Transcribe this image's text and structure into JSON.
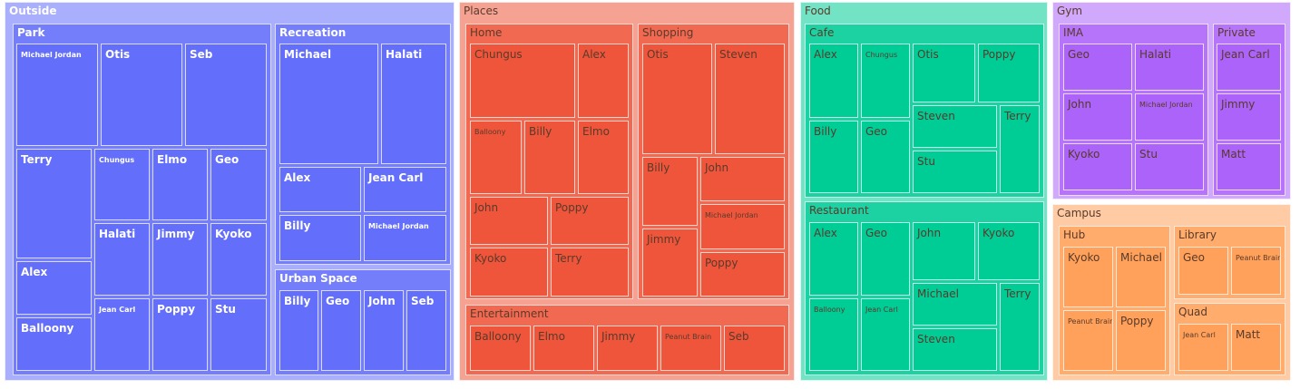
{
  "chart_data": {
    "type": "treemap",
    "title": "",
    "colors": {
      "Outside": "#636efa",
      "Places": "#ef553b",
      "Food": "#00cc96",
      "Gym": "#ab63fa",
      "Campus": "#ffa15a"
    },
    "sectors": [
      {
        "label": "Outside",
        "children": [
          {
            "label": "Park",
            "children": [
              {
                "label": "Michael Jordan"
              },
              {
                "label": "Otis"
              },
              {
                "label": "Seb"
              },
              {
                "label": "Terry"
              },
              {
                "label": "Alex"
              },
              {
                "label": "Balloony"
              },
              {
                "label": "Chungus"
              },
              {
                "label": "Elmo"
              },
              {
                "label": "Geo"
              },
              {
                "label": "Halati"
              },
              {
                "label": "Jimmy"
              },
              {
                "label": "Kyoko"
              },
              {
                "label": "Jean Carl"
              },
              {
                "label": "Poppy"
              },
              {
                "label": "Stu"
              }
            ]
          },
          {
            "label": "Recreation",
            "children": [
              {
                "label": "Michael"
              },
              {
                "label": "Halati"
              },
              {
                "label": "Alex"
              },
              {
                "label": "Jean Carl"
              },
              {
                "label": "Billy"
              },
              {
                "label": "Michael Jordan"
              }
            ]
          },
          {
            "label": "Urban Space",
            "children": [
              {
                "label": "Billy"
              },
              {
                "label": "Geo"
              },
              {
                "label": "John"
              },
              {
                "label": "Seb"
              }
            ]
          }
        ]
      },
      {
        "label": "Places",
        "children": [
          {
            "label": "Home",
            "children": [
              {
                "label": "Chungus"
              },
              {
                "label": "Alex"
              },
              {
                "label": "Balloony"
              },
              {
                "label": "Billy"
              },
              {
                "label": "Elmo"
              },
              {
                "label": "John"
              },
              {
                "label": "Poppy"
              },
              {
                "label": "Kyoko"
              },
              {
                "label": "Terry"
              }
            ]
          },
          {
            "label": "Shopping",
            "children": [
              {
                "label": "Otis"
              },
              {
                "label": "Steven"
              },
              {
                "label": "Billy"
              },
              {
                "label": "John"
              },
              {
                "label": "Michael Jordan"
              },
              {
                "label": "Jimmy"
              },
              {
                "label": "Poppy"
              }
            ]
          },
          {
            "label": "Entertainment",
            "children": [
              {
                "label": "Balloony"
              },
              {
                "label": "Elmo"
              },
              {
                "label": "Jimmy"
              },
              {
                "label": "Peanut Brain"
              },
              {
                "label": "Seb"
              }
            ]
          }
        ]
      },
      {
        "label": "Food",
        "children": [
          {
            "label": "Cafe",
            "children": [
              {
                "label": "Alex"
              },
              {
                "label": "Chungus"
              },
              {
                "label": "Otis"
              },
              {
                "label": "Poppy"
              },
              {
                "label": "Billy"
              },
              {
                "label": "Geo"
              },
              {
                "label": "Steven"
              },
              {
                "label": "Stu"
              },
              {
                "label": "Terry"
              }
            ]
          },
          {
            "label": "Restaurant",
            "children": [
              {
                "label": "Alex"
              },
              {
                "label": "Geo"
              },
              {
                "label": "John"
              },
              {
                "label": "Kyoko"
              },
              {
                "label": "Balloony"
              },
              {
                "label": "Jean Carl"
              },
              {
                "label": "Michael"
              },
              {
                "label": "Steven"
              },
              {
                "label": "Terry"
              }
            ]
          }
        ]
      },
      {
        "label": "Gym",
        "children": [
          {
            "label": "IMA",
            "children": [
              {
                "label": "Geo"
              },
              {
                "label": "Halati"
              },
              {
                "label": "John"
              },
              {
                "label": "Michael Jordan"
              },
              {
                "label": "Kyoko"
              },
              {
                "label": "Stu"
              }
            ]
          },
          {
            "label": "Private",
            "children": [
              {
                "label": "Jean Carl"
              },
              {
                "label": "Jimmy"
              },
              {
                "label": "Matt"
              }
            ]
          }
        ]
      },
      {
        "label": "Campus",
        "children": [
          {
            "label": "Hub",
            "children": [
              {
                "label": "Kyoko"
              },
              {
                "label": "Michael"
              },
              {
                "label": "Peanut Brain"
              },
              {
                "label": "Poppy"
              }
            ]
          },
          {
            "label": "Library",
            "children": [
              {
                "label": "Geo"
              },
              {
                "label": "Peanut Brain"
              }
            ]
          },
          {
            "label": "Quad",
            "children": [
              {
                "label": "Jean Carl"
              },
              {
                "label": "Matt"
              }
            ]
          }
        ]
      }
    ]
  }
}
